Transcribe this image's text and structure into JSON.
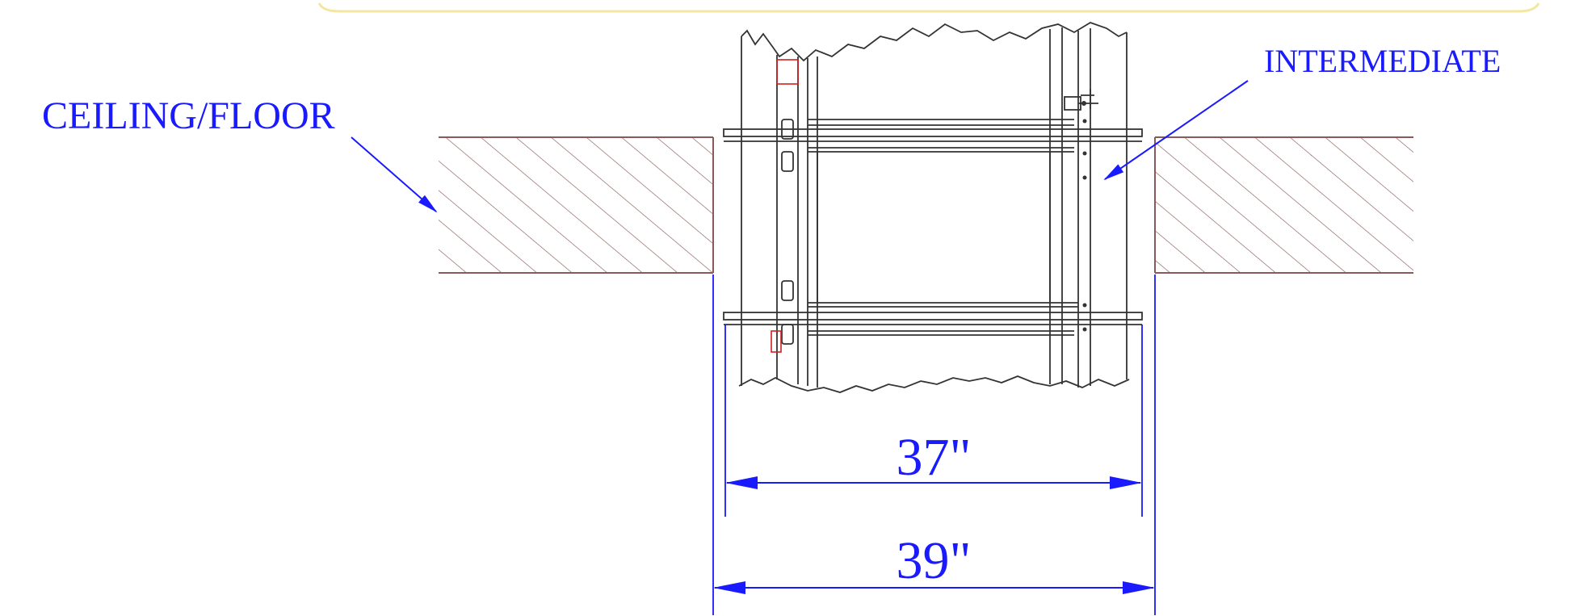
{
  "labels": {
    "ceiling_floor": "CEILING/FLOOR",
    "intermediate": "INTERMEDIATE",
    "inner_dimension": "37\"",
    "outer_dimension": "39\""
  },
  "colors": {
    "annotation": "#1a1aff",
    "hatch": "#8a5a5a",
    "frame": "#333333",
    "accent_red": "#d02020"
  }
}
